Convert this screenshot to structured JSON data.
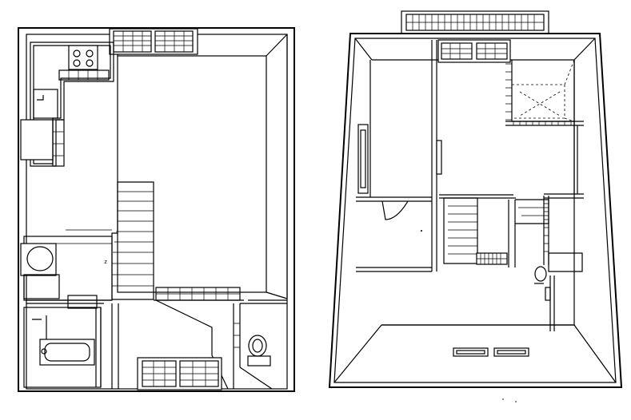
{
  "diagram": {
    "kind": "floor-plan-drawing",
    "panels": [
      {
        "id": "ground-floor",
        "label": ""
      },
      {
        "id": "upper-floor",
        "label": ""
      }
    ],
    "texts": []
  },
  "colors": {
    "stroke": "#000000",
    "background": "#ffffff"
  }
}
